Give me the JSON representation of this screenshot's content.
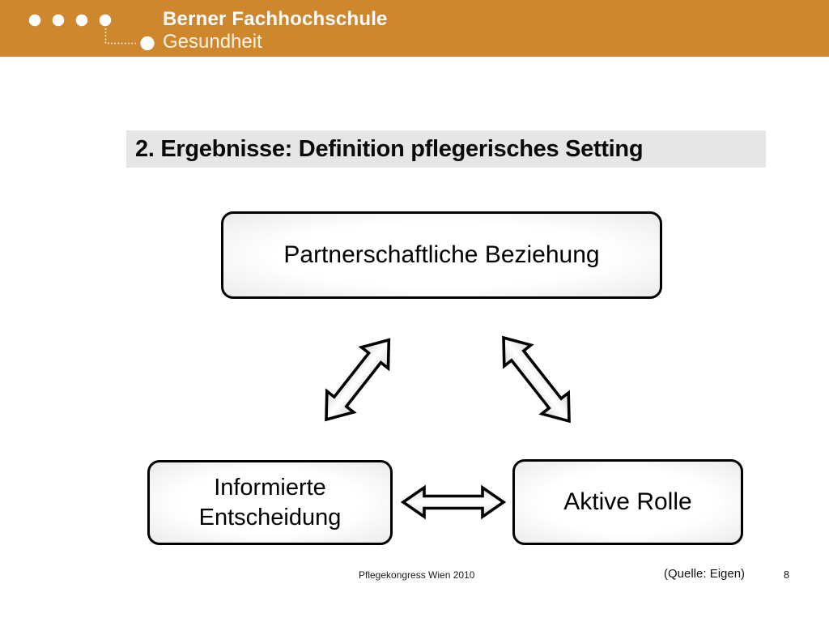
{
  "header": {
    "org_name": "Berner Fachhochschule",
    "department": "Gesundheit"
  },
  "slide": {
    "title": "2. Ergebnisse: Definition pflegerisches Setting",
    "diagram": {
      "nodes": [
        {
          "id": "top",
          "label": "Partnerschaftliche Beziehung"
        },
        {
          "id": "bottom_left",
          "label": "Informierte Entscheidung"
        },
        {
          "id": "bottom_right",
          "label": "Aktive Rolle"
        }
      ],
      "connections": [
        {
          "from": "Partnerschaftliche Beziehung",
          "to": "Informierte Entscheidung",
          "type": "bidirectional"
        },
        {
          "from": "Partnerschaftliche Beziehung",
          "to": "Aktive Rolle",
          "type": "bidirectional"
        },
        {
          "from": "Informierte Entscheidung",
          "to": "Aktive Rolle",
          "type": "bidirectional"
        }
      ]
    },
    "footer": {
      "left": "Pflegekongress Wien 2010",
      "source": "(Quelle: Eigen)",
      "page_number": "8"
    }
  },
  "colors": {
    "header_orange": "#CF872E",
    "title_bg": "#E6E6E6",
    "box_border": "#000000"
  }
}
